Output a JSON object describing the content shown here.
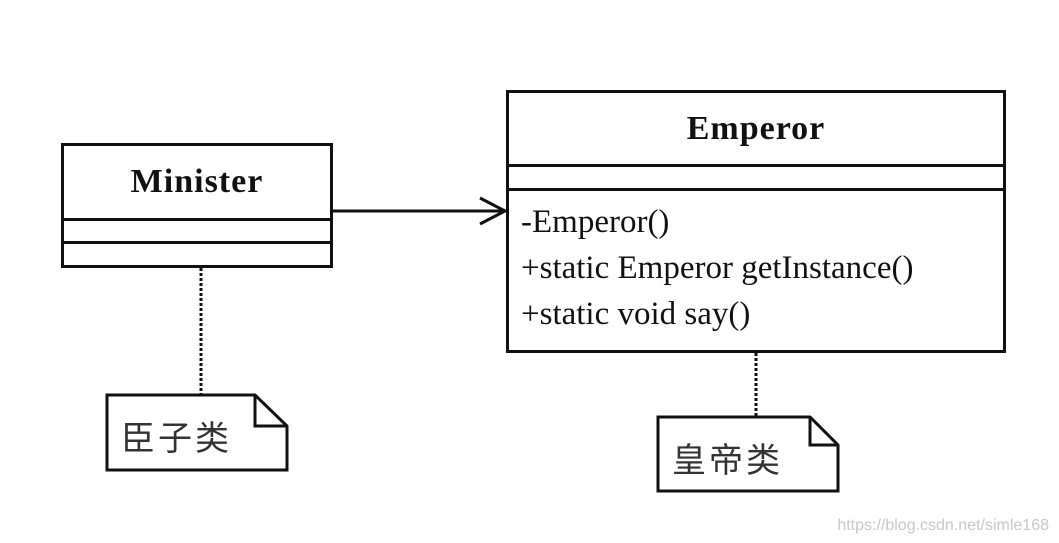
{
  "diagram": {
    "classes": {
      "minister": {
        "name": "Minister",
        "operations": []
      },
      "emperor": {
        "name": "Emperor",
        "operations": [
          "-Emperor()",
          "+static Emperor getInstance()",
          "+static void say()"
        ]
      }
    },
    "notes": {
      "minister_note": "臣子类",
      "emperor_note": "皇帝类"
    },
    "relationship": {
      "type": "association",
      "from": "Minister",
      "to": "Emperor"
    }
  },
  "watermark": "https://blog.csdn.net/simle168"
}
